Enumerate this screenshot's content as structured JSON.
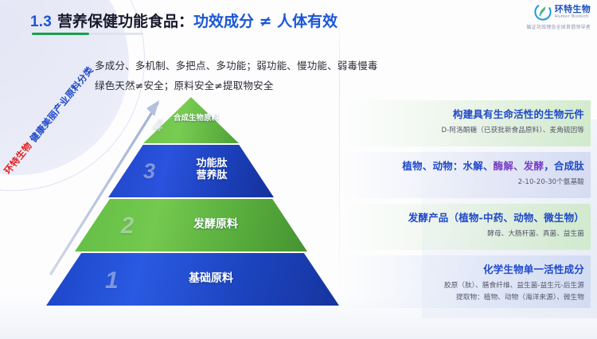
{
  "header": {
    "number": "1.3",
    "title_main": "营养保健功能食品：",
    "title_accent": "功效成分 ≠ 人体有效"
  },
  "logo": {
    "cn_name": "环特生物",
    "en_name": "Hunter Biotech",
    "tagline": "循证功效理念全球首倡领导者",
    "mark": "leaf-circle-icon"
  },
  "subtitle": {
    "line1": "多成分、多机制、多把点、多功能；弱功能、慢功能、弱毒慢毒",
    "line2": "绿色天然≠安全；原料安全≠提取物安全"
  },
  "pyramid": {
    "caption_red": "环特生物",
    "caption_blue": " 健康美丽产业原料分类",
    "tiers": [
      {
        "num": "4",
        "label": "合成生物原料",
        "color": "#6fc24a"
      },
      {
        "num": "3",
        "label": "功能肽\n营养肽",
        "label_line1": "功能肽",
        "label_line2": "营养肽",
        "color": "#1f46c8"
      },
      {
        "num": "2",
        "label": "发酵原料",
        "color": "#62bd45"
      },
      {
        "num": "1",
        "label": "基础原料",
        "color": "#1b44c6"
      }
    ]
  },
  "rows": [
    {
      "tier": "4",
      "tint": "green",
      "head": "构建具有生命活性的生物元件",
      "sub1": "D-阿洛酮糖（已获批新食品原料）、麦角硫因等",
      "sub2": ""
    },
    {
      "tier": "3",
      "tint": "lav",
      "head_a": "植物、动物：水解、",
      "head_b": "酶解、发酵",
      "head_c": "，合成肽",
      "sub1": "2-10-20-30个氨基酸",
      "sub2": ""
    },
    {
      "tier": "2",
      "tint": "green",
      "head": "发酵产品（植物-中药、动物、微生物）",
      "sub1": "酵母、大肠杆菌、真菌、益生菌",
      "sub2": ""
    },
    {
      "tier": "1",
      "tint": "blue",
      "head": "化学生物单一活性成分",
      "sub1": "胶原（肽）、膳食纤维、益生菌-益生元-后生源",
      "sub2": "提取物：植物、动物（海洋来源）、微生物"
    }
  ],
  "colors": {
    "accent_blue": "#1f49c9",
    "accent_green": "#17a04a",
    "accent_red": "#e02020",
    "purple": "#7a3fc4"
  }
}
